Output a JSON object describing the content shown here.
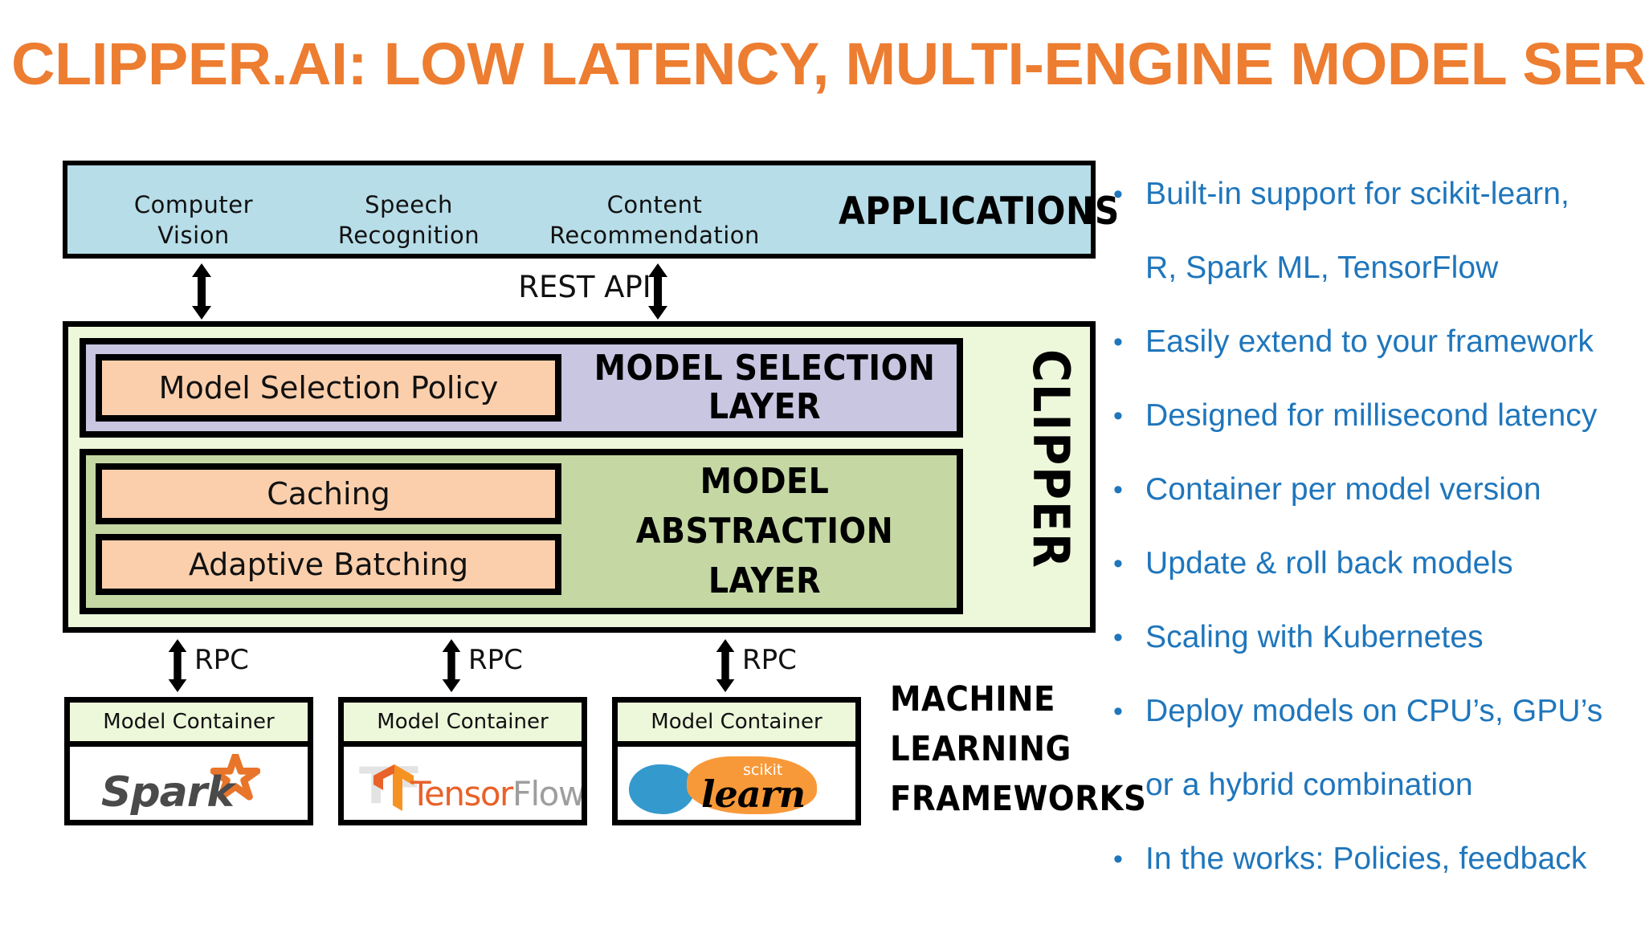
{
  "slide": {
    "title": "CLIPPER.AI: LOW LATENCY, MULTI-ENGINE MODEL SERVER",
    "title_color": "#ED7D31",
    "bullet_color": "#1F76BC",
    "background": "#FFFFFF"
  },
  "diagram": {
    "applications": {
      "label": "APPLICATIONS",
      "background": "#B7DDE8",
      "items": [
        {
          "line1": "Computer",
          "line2": "Vision"
        },
        {
          "line1": "Speech",
          "line2": "Recognition"
        },
        {
          "line1": "Content",
          "line2": "Recommendation"
        }
      ]
    },
    "rest_api": {
      "label": "REST API",
      "arrow_icon": "double-arrow-vertical"
    },
    "clipper": {
      "vertical_label": "CLIPPER",
      "background": "#EDF7DA",
      "model_selection_layer": {
        "label": "MODEL SELECTION LAYER",
        "background": "#C9C6E2",
        "inner_box": "Model Selection Policy",
        "inner_background": "#FBCFAC"
      },
      "model_abstraction_layer": {
        "label": "MODEL  ABSTRACTION\nLAYER",
        "label_line1": "MODEL  ABSTRACTION",
        "label_line2": "LAYER",
        "background": "#C5D8A4",
        "inner_boxes": [
          "Caching",
          "Adaptive Batching"
        ],
        "inner_background": "#FBCFAC"
      }
    },
    "rpc": {
      "label": "RPC",
      "arrow_icon": "double-arrow-vertical",
      "count": 3
    },
    "model_containers": [
      {
        "header": "Model Container",
        "logo": "spark-logo",
        "logo_text": "Spark"
      },
      {
        "header": "Model Container",
        "logo": "tensorflow-logo",
        "logo_text_orange": "Tensor",
        "logo_text_grey": "Flow"
      },
      {
        "header": "Model Container",
        "logo": "scikit-learn-logo",
        "logo_text_small": "scikit",
        "logo_text_script": "learn"
      }
    ],
    "ml_frameworks_label": {
      "line1": "MACHINE",
      "line2": "LEARNING",
      "line3": "FRAMEWORKS"
    }
  },
  "bullets": {
    "marker": "•",
    "items": [
      "Built-in support for scikit-learn,\nR, Spark ML, TensorFlow",
      "Easily extend to your framework",
      "Designed for millisecond latency",
      "Container per model version",
      "Update & roll back models",
      "Scaling with Kubernetes",
      "Deploy models on CPU’s, GPU’s\nor a hybrid combination",
      "In the works: Policies, feedback"
    ]
  }
}
